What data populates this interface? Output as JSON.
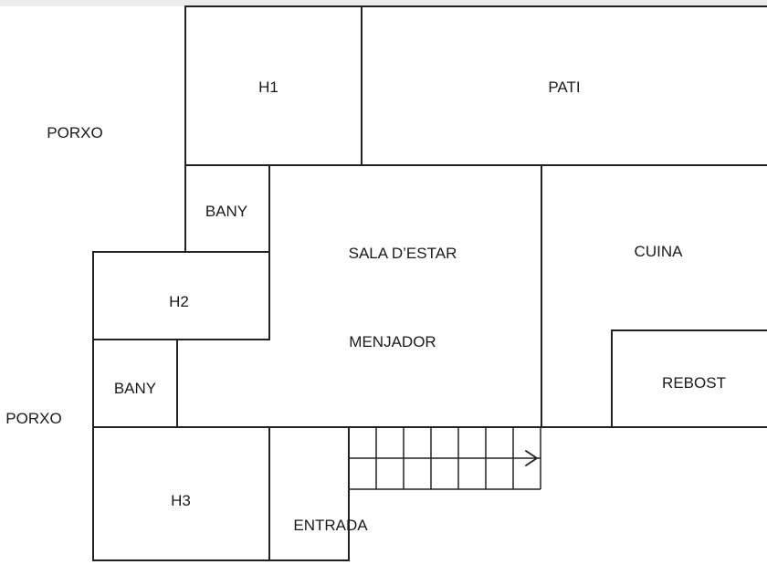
{
  "plan": {
    "labels": {
      "porxo_top": "PORXO",
      "h1": "H1",
      "pati": "PATI",
      "bany_upper": "BANY",
      "sala": "SALA D’ESTAR",
      "cuina": "CUINA",
      "h2": "H2",
      "menjador": "MENJADOR",
      "bany_lower": "BANY",
      "rebost": "REBOST",
      "porxo_bottom": "PORXO",
      "h3": "H3",
      "entrada": "ENTRADA"
    },
    "colors": {
      "wall": "#222222",
      "text": "#1a1a1a",
      "background": "#ffffff"
    },
    "stairs": {
      "columns": 7,
      "rows": 2,
      "direction": "right"
    }
  }
}
